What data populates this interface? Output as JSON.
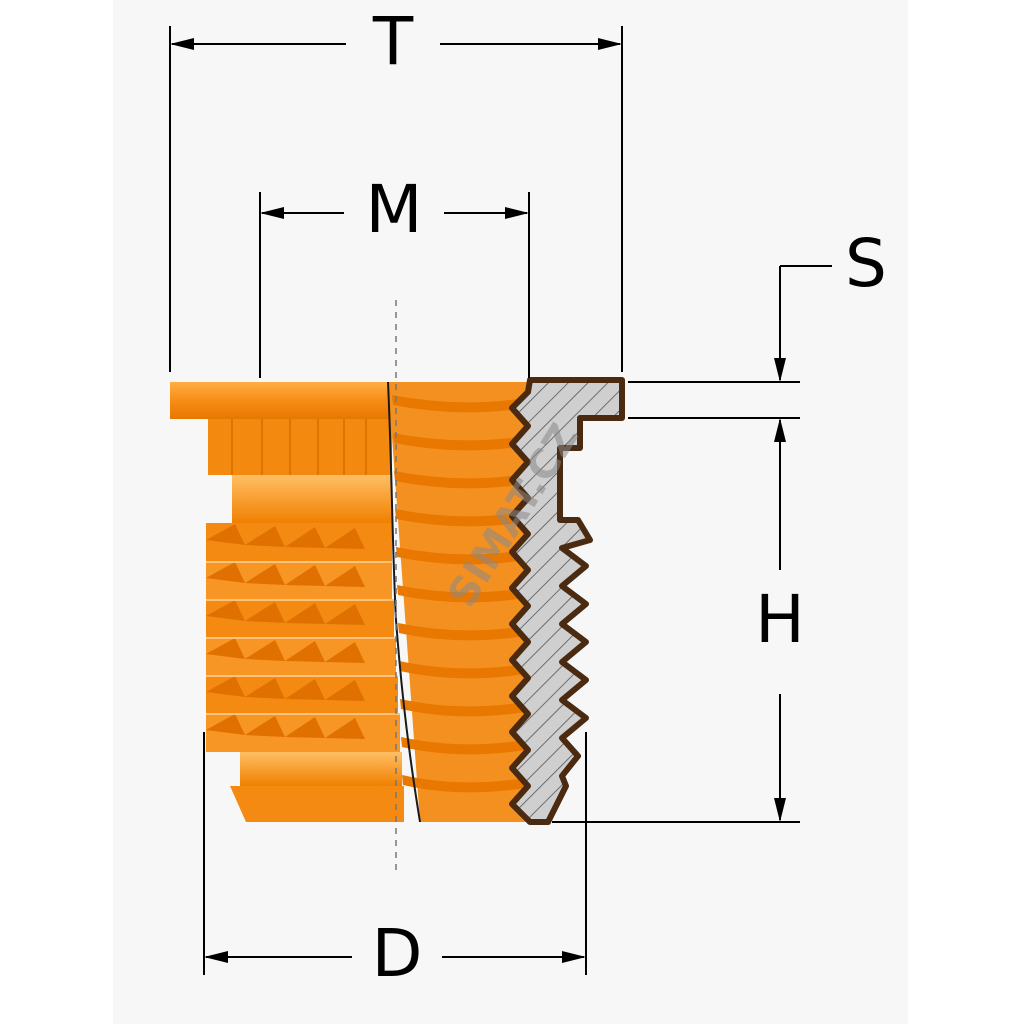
{
  "dimensions": {
    "t_label": "T",
    "m_label": "M",
    "s_label": "S",
    "h_label": "H",
    "d_label": "D"
  },
  "watermark": {
    "text": "SIMAT.CZ"
  },
  "colors": {
    "insert_orange": "#f58a12",
    "insert_light": "#ffb24a",
    "insert_dark": "#d96e00",
    "section_fill": "#c8c8c8",
    "outline": "#4a2a10",
    "dimension_line": "#000000"
  }
}
